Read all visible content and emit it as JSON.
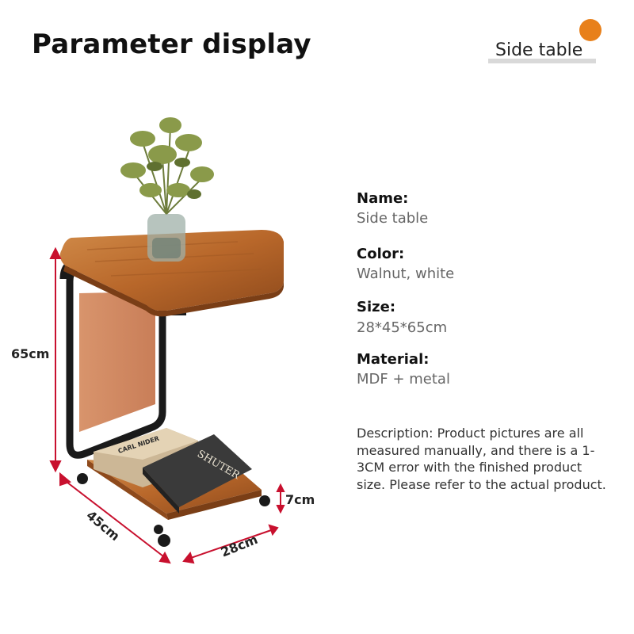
{
  "header": {
    "title": "Parameter display",
    "tag": "Side table",
    "accent_color": "#e8801a"
  },
  "specs": [
    {
      "label": "Name:",
      "value": "Side table"
    },
    {
      "label": "Color:",
      "value": "Walnut, white"
    },
    {
      "label": "Size:",
      "value": "28*45*65cm"
    },
    {
      "label": "Material:",
      "value": "MDF + metal"
    }
  ],
  "description": "Description: Product pictures are all measured manually, and there is a 1-3CM error with the finished product size. Please refer to the actual product.",
  "dimensions": {
    "height": "65cm",
    "depth": "45cm",
    "width": "28cm",
    "shelf_height": "7cm"
  },
  "book_titles": {
    "book1": "CARL NIDER",
    "book2": "SHUTER"
  },
  "colors": {
    "wood": "#b8672a",
    "metal": "#1a1a1a",
    "dimension_line": "#c8102e"
  }
}
